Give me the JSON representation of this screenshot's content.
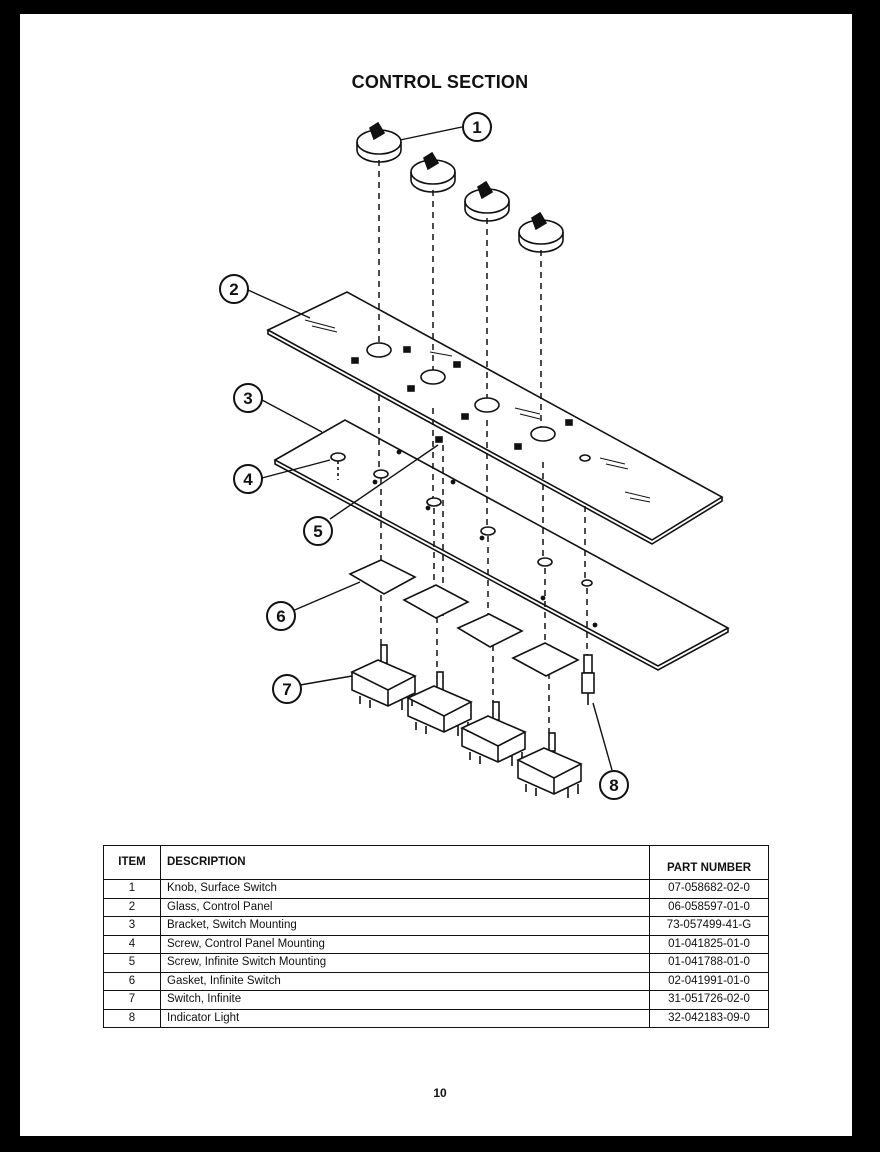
{
  "title": "CONTROL SECTION",
  "callouts": [
    "1",
    "2",
    "3",
    "4",
    "5",
    "6",
    "7",
    "8"
  ],
  "table": {
    "headers": {
      "item": "ITEM",
      "description": "DESCRIPTION",
      "part_number": "PART NUMBER"
    },
    "rows": [
      {
        "item": "1",
        "description": "Knob, Surface Switch",
        "part_number": "07-058682-02-0"
      },
      {
        "item": "2",
        "description": "Glass, Control Panel",
        "part_number": "06-058597-01-0"
      },
      {
        "item": "3",
        "description": "Bracket, Switch Mounting",
        "part_number": "73-057499-41-G"
      },
      {
        "item": "4",
        "description": "Screw, Control Panel Mounting",
        "part_number": "01-041825-01-0"
      },
      {
        "item": "5",
        "description": "Screw, Infinite Switch Mounting",
        "part_number": "01-041788-01-0"
      },
      {
        "item": "6",
        "description": "Gasket, Infinite Switch",
        "part_number": "02-041991-01-0"
      },
      {
        "item": "7",
        "description": "Switch, Infinite",
        "part_number": "31-051726-02-0"
      },
      {
        "item": "8",
        "description": "Indicator Light",
        "part_number": "32-042183-09-0"
      }
    ]
  },
  "page_number": "10"
}
